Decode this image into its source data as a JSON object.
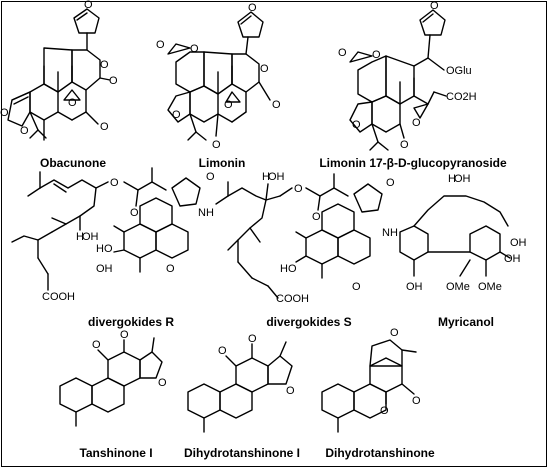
{
  "compounds": [
    {
      "name": "Obacunone"
    },
    {
      "name": "Limonin"
    },
    {
      "name": "Limonin 17-β-D-glucopyranoside"
    },
    {
      "name": "divergokides R"
    },
    {
      "name": "divergokides S"
    },
    {
      "name": "Myricanol"
    },
    {
      "name": "Tanshinone I"
    },
    {
      "name": "Dihydrotanshinone I"
    },
    {
      "name": "Dihydrotanshinone"
    }
  ],
  "atom_labels": {
    "O": "O",
    "OGlu": "OGlu",
    "CO2H": "CO2H",
    "NH": "NH",
    "HO": "HO",
    "OH": "OH",
    "COOH": "COOH",
    "OMe": "OMe",
    "H": "H"
  }
}
